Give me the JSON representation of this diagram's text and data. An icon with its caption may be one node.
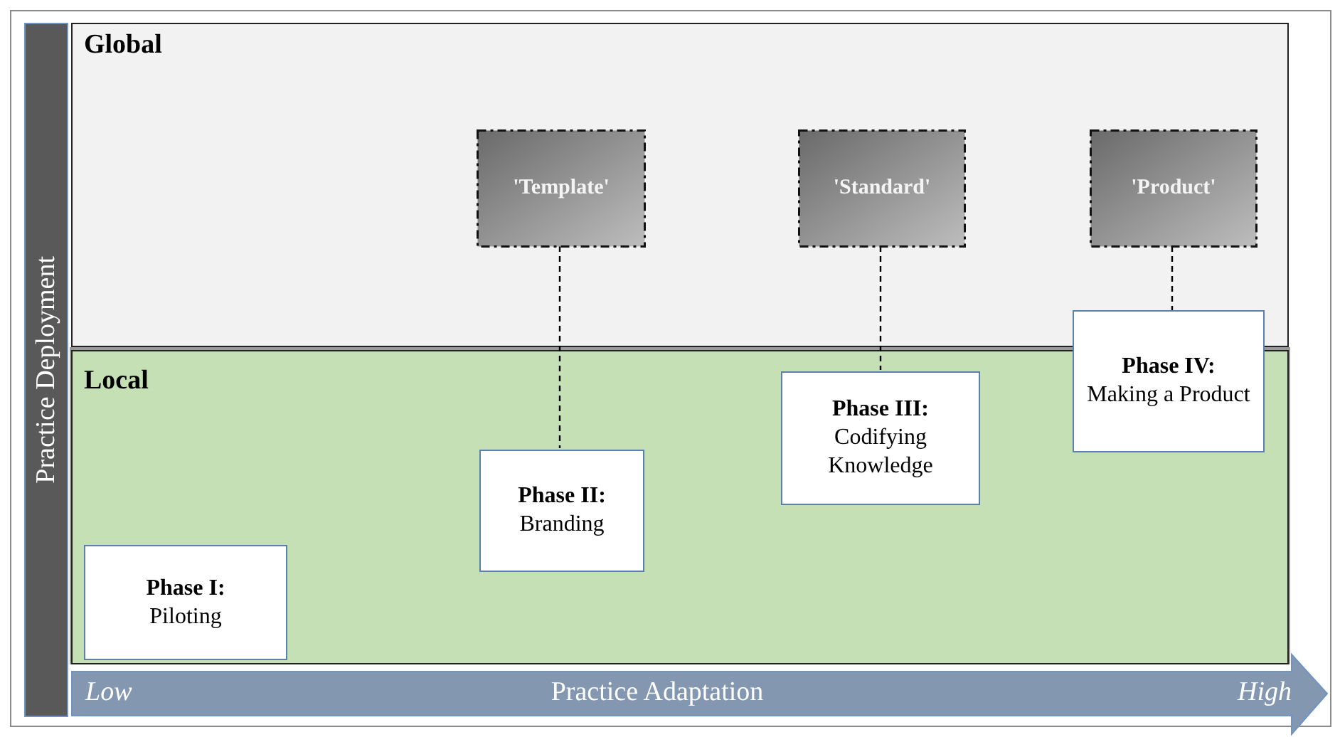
{
  "diagram": {
    "nodes": [
      {
        "text": [
          "Practice Deployment"
        ]
      },
      {
        "text": [
          "Global"
        ]
      },
      {
        "text": [
          "'Template'"
        ],
        "in": 1
      },
      {
        "text": [
          "'Standard'"
        ],
        "in": 1
      },
      {
        "text": [
          "'Product'"
        ],
        "in": 1
      },
      {
        "text": [
          "Local"
        ]
      },
      {
        "text": [
          "Phase I:",
          "Piloting"
        ],
        "in": 5
      },
      {
        "text": [
          "Phase II:",
          "Branding"
        ],
        "in": 5
      },
      {
        "text": [
          "Phase III:",
          "Codifying Knowledge"
        ],
        "in": 5
      },
      {
        "text": [
          "Phase IV:",
          "Making a Product"
        ]
      },
      {
        "text": [
          "Low",
          "Practice Adaptation",
          "High"
        ]
      }
    ],
    "edges": [
      {
        "from": 2,
        "to": 7,
        "arrow": "none",
        "style": "dashed"
      },
      {
        "from": 3,
        "to": 8,
        "arrow": "none",
        "style": "dashed"
      },
      {
        "from": 4,
        "to": 9,
        "arrow": "none",
        "style": "dashed"
      }
    ]
  }
}
